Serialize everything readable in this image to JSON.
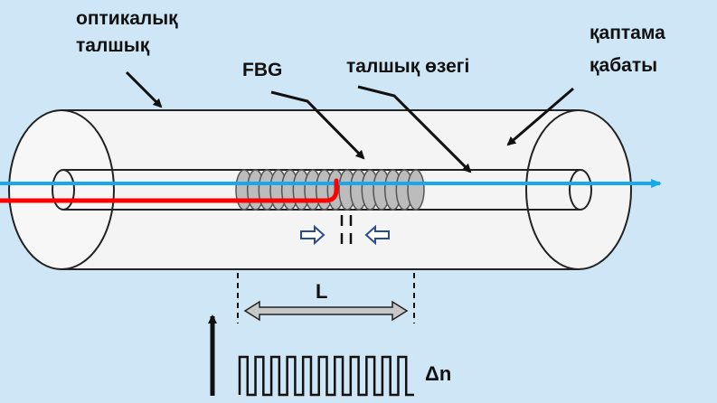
{
  "labels": {
    "optical_fiber": [
      "оптикалық",
      "талшық"
    ],
    "fbg": "FBG",
    "fiber_core": "талшық өзегі",
    "cladding": [
      "қаптама",
      "қабаты"
    ],
    "grating_length": "L",
    "index_modulation": "Δn"
  },
  "colors": {
    "background": "#cfe6f7",
    "fiber_body": "#f4f4f4",
    "outline": "#222222",
    "grating_rings": "#bcbcbc",
    "input_light": "#ff0000",
    "transmitted_light": "#1aa7ec",
    "length_arrow": "#c8c8c8"
  }
}
